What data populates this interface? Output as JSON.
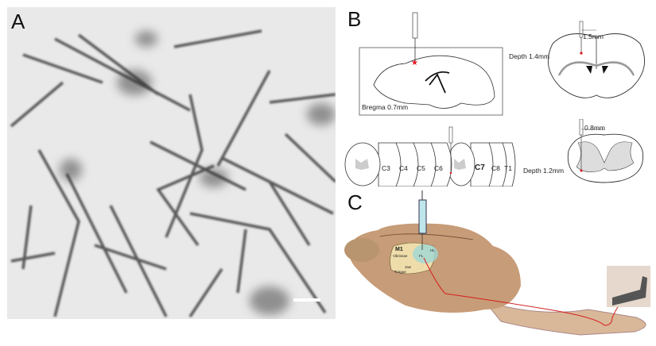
{
  "panels": {
    "a": {
      "letter": "A"
    },
    "b": {
      "letter": "B",
      "sagittal_label": "Bregma 0.7mm",
      "coronal_depth": "Depth 1.4mm",
      "coronal_lateral": "1.5mm",
      "segments": [
        "C3",
        "C4",
        "C5",
        "C6",
        "C7",
        "C8",
        "T1"
      ],
      "cord_depth": "Depth 1.2mm",
      "cord_lateral": "0.8mm"
    },
    "c": {
      "letter": "C",
      "regions": {
        "m1": "M1",
        "vibrissae": "Vibrissae",
        "jaw": "Jaw",
        "tongue": "Tongue",
        "fl": "FL",
        "hl": "HL"
      }
    }
  },
  "colors": {
    "injection_mark": "#e0141e",
    "tract": "#d42020",
    "brain": "#c9a27e",
    "syringe": "#bfe6ea"
  }
}
